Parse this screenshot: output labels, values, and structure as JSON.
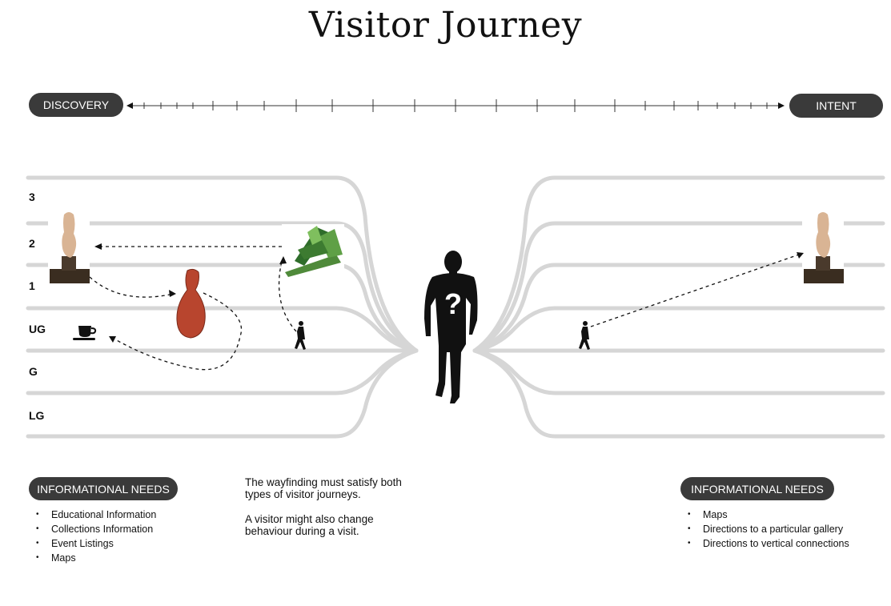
{
  "title": "Visitor Journey",
  "scale": {
    "left_label": "DISCOVERY",
    "right_label": "INTENT"
  },
  "floors": [
    "3",
    "2",
    "1",
    "UG",
    "G",
    "LG"
  ],
  "left_panel": {
    "heading": "INFORMATIONAL NEEDS",
    "items": [
      "Educational Information",
      "Collections Information",
      "Event Listings",
      "Maps"
    ]
  },
  "center_note": {
    "line1": "The wayfinding must satisfy both",
    "line2": "types of visitor journeys.",
    "line3": "A visitor might also change",
    "line4": "behaviour during a visit."
  },
  "right_panel": {
    "heading": "INFORMATIONAL NEEDS",
    "items": [
      "Maps",
      "Directions to a particular gallery",
      "Directions to vertical connections"
    ]
  },
  "center_figure": {
    "symbol": "?"
  },
  "colors": {
    "pill": "#3a3a3a",
    "track": "#d6d6d6",
    "silhouette": "#111111"
  },
  "icons": [
    "sculpture-torso-icon",
    "vase-icon",
    "green-sculpture-icon",
    "coffee-cup-icon",
    "walking-person-icon",
    "standing-man-icon"
  ]
}
